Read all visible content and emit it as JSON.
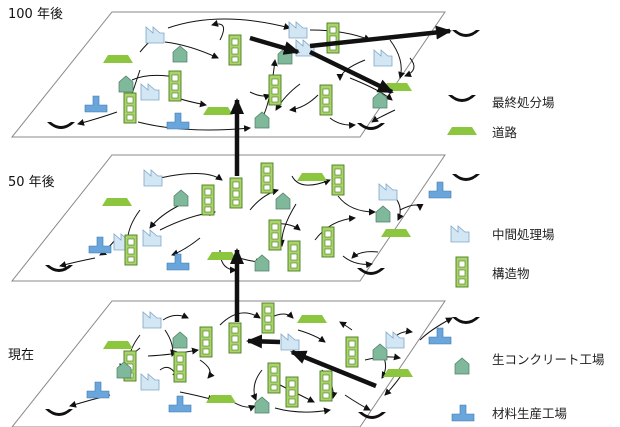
{
  "layers": {
    "future100": {
      "title": "100 年後"
    },
    "future50": {
      "title": "50 年後"
    },
    "present": {
      "title": "現在"
    }
  },
  "legend": {
    "landfill": "最終処分場",
    "road": "道路",
    "intermediate": "中間処理場",
    "structure": "構造物",
    "concrete_plant": "生コンクリート工場",
    "material_plant": "材料生産工場"
  },
  "colors": {
    "green": "#8cc63f",
    "green_light": "#a8d46a",
    "sea_green": "#7fb89a",
    "light_blue": "#cfe3f1",
    "blue": "#6aa6dc",
    "black": "#000000"
  }
}
